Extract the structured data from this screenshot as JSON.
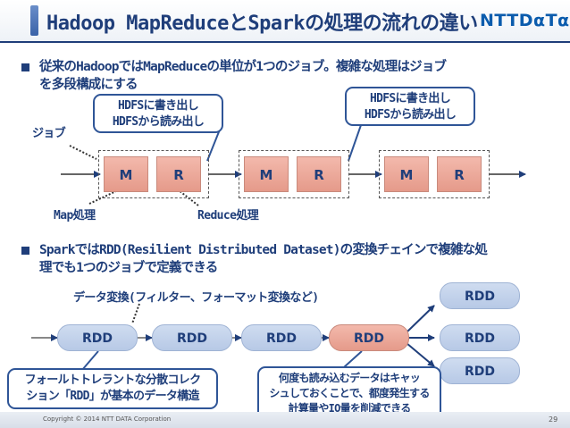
{
  "header": {
    "title": "Hadoop MapReduceとSparkの処理の流れの違い",
    "logo": "NTTDαTα"
  },
  "section1": {
    "bullet": "従来のHadoopではMapReduceの単位が1つのジョブ。複雑な処理はジョブ",
    "bullet_line2": "を多段構成にする",
    "job_label": "ジョブ",
    "callout_left": [
      "HDFSに書き出し",
      "HDFSから読み出し"
    ],
    "callout_right": [
      "HDFSに書き出し",
      "HDFSから読み出し"
    ],
    "jobs": [
      {
        "map": "M",
        "reduce": "R"
      },
      {
        "map": "M",
        "reduce": "R"
      },
      {
        "map": "M",
        "reduce": "R"
      }
    ],
    "map_label": "Map処理",
    "reduce_label": "Reduce処理"
  },
  "section2": {
    "bullet": "SparkではRDD(Resilient Distributed Dataset)の変換チェインで複雑な処",
    "bullet_line2": "理でも1つのジョブで定義できる",
    "transform_label": "データ変換(フィルター、フォーマット変換など)",
    "chain": [
      "RDD",
      "RDD",
      "RDD",
      "RDD"
    ],
    "branches": [
      "RDD",
      "RDD",
      "RDD"
    ],
    "callout_left": [
      "フォールトトレラントな分散コレク",
      "ション「RDD」が基本のデータ構造"
    ],
    "callout_right": [
      "何度も読み込むデータはキャッ",
      "シュしておくことで、都度発生する",
      "計算量やIO量を削減できる"
    ]
  },
  "footer": {
    "copyright": "Copyright © 2014 NTT DATA Corporation",
    "page": "29"
  },
  "colors": {
    "primary": "#1f3e7a",
    "callout_border": "#2f5597",
    "mr_fill": "#e59a8a",
    "rdd_fill": "#b7c9e6"
  }
}
